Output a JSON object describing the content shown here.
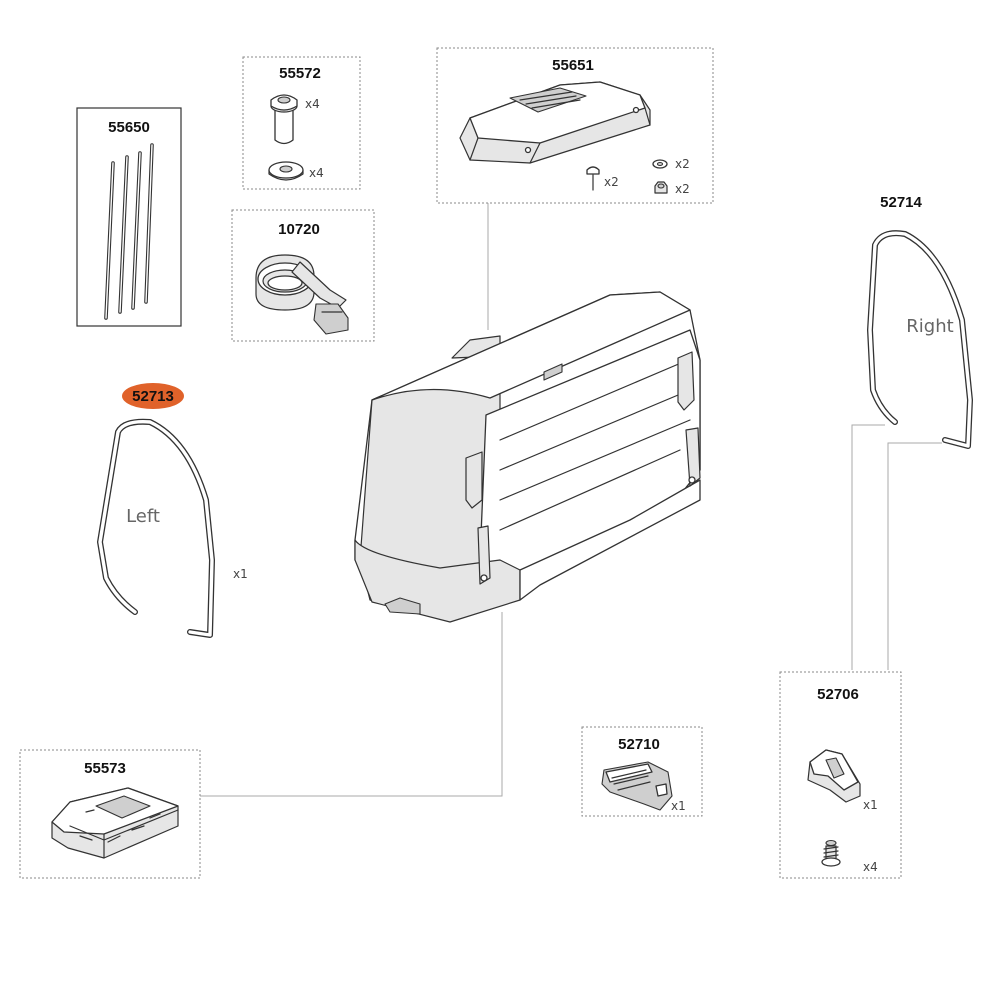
{
  "parts": {
    "p55650": {
      "number": "55650"
    },
    "p55572": {
      "number": "55572",
      "qty_a": "x4",
      "qty_b": "x4"
    },
    "p10720": {
      "number": "10720"
    },
    "p55651": {
      "number": "55651",
      "qty_a": "x2",
      "qty_b": "x2",
      "qty_c": "x2"
    },
    "p52714": {
      "number": "52714",
      "side": "Right"
    },
    "p52713": {
      "number": "52713",
      "side": "Left",
      "qty": "x1",
      "highlight_color": "#e0622a"
    },
    "p55573": {
      "number": "55573"
    },
    "p52710": {
      "number": "52710",
      "qty": "x1"
    },
    "p52706": {
      "number": "52706",
      "qty_a": "x1",
      "qty_b": "x4"
    }
  },
  "icons": [
    "pin-bolt-icon",
    "washer-icon",
    "strap-icon",
    "cover-icon",
    "screw-icon",
    "nut-icon",
    "frame-icon",
    "adapter-icon",
    "clip-icon",
    "bracket-icon",
    "case-icon"
  ]
}
